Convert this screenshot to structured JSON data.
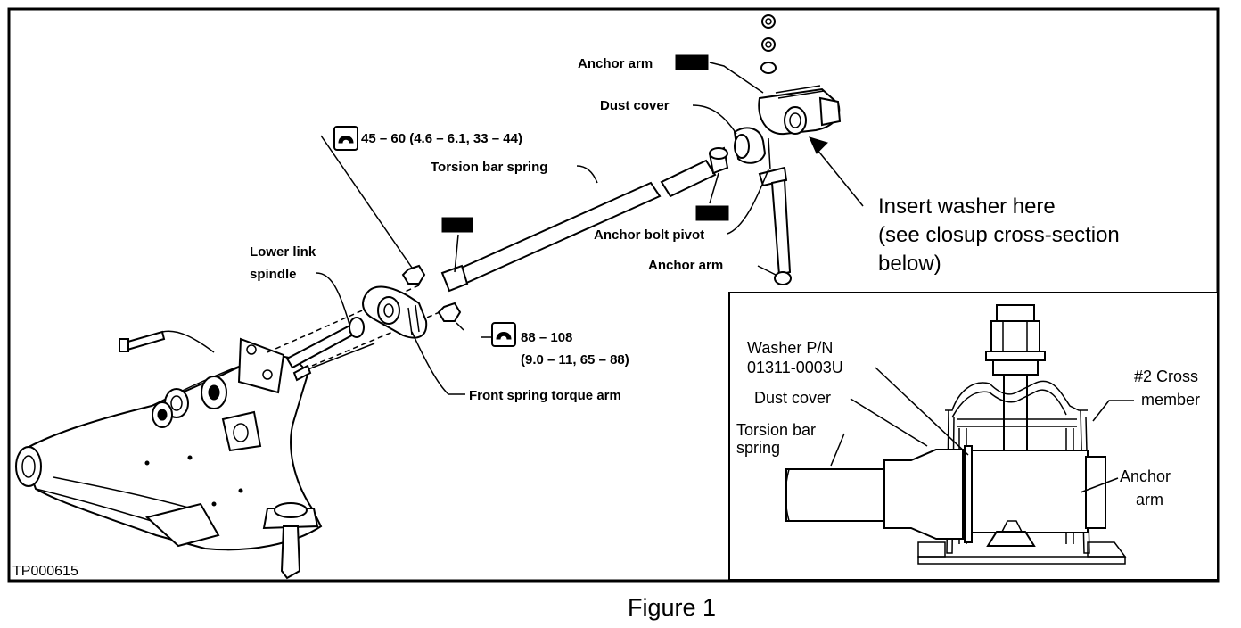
{
  "main_diagram": {
    "labels": {
      "anchor_arm_top": "Anchor arm",
      "dust_cover": "Dust cover",
      "torque_spec_1": "45 – 60 (4.6 – 6.1, 33 – 44)",
      "torsion_bar_spring": "Torsion bar spring",
      "anchor_bolt_pivot": "Anchor bolt pivot",
      "anchor_arm_bottom": "Anchor arm",
      "lower_link_spindle_line1": "Lower link",
      "lower_link_spindle_line2": "spindle",
      "torque_spec_2_line1": "88 – 108",
      "torque_spec_2_line2": "(9.0 – 11, 65 – 88)",
      "front_spring_torque_arm": "Front spring torque arm",
      "image_code": "TP000615"
    },
    "callout": {
      "line1": "Insert washer here",
      "line2": "(see closup cross-section",
      "line3": "below)"
    }
  },
  "inset": {
    "labels": {
      "washer_line1": "Washer P/N",
      "washer_line2": "01311-0003U",
      "dust_cover": "Dust cover",
      "torsion_line1": "Torsion bar",
      "torsion_line2": "spring",
      "cross_line1": "#2 Cross",
      "cross_line2": "member",
      "anchor_line1": "Anchor",
      "anchor_line2": "arm"
    }
  },
  "caption": "Figure 1"
}
